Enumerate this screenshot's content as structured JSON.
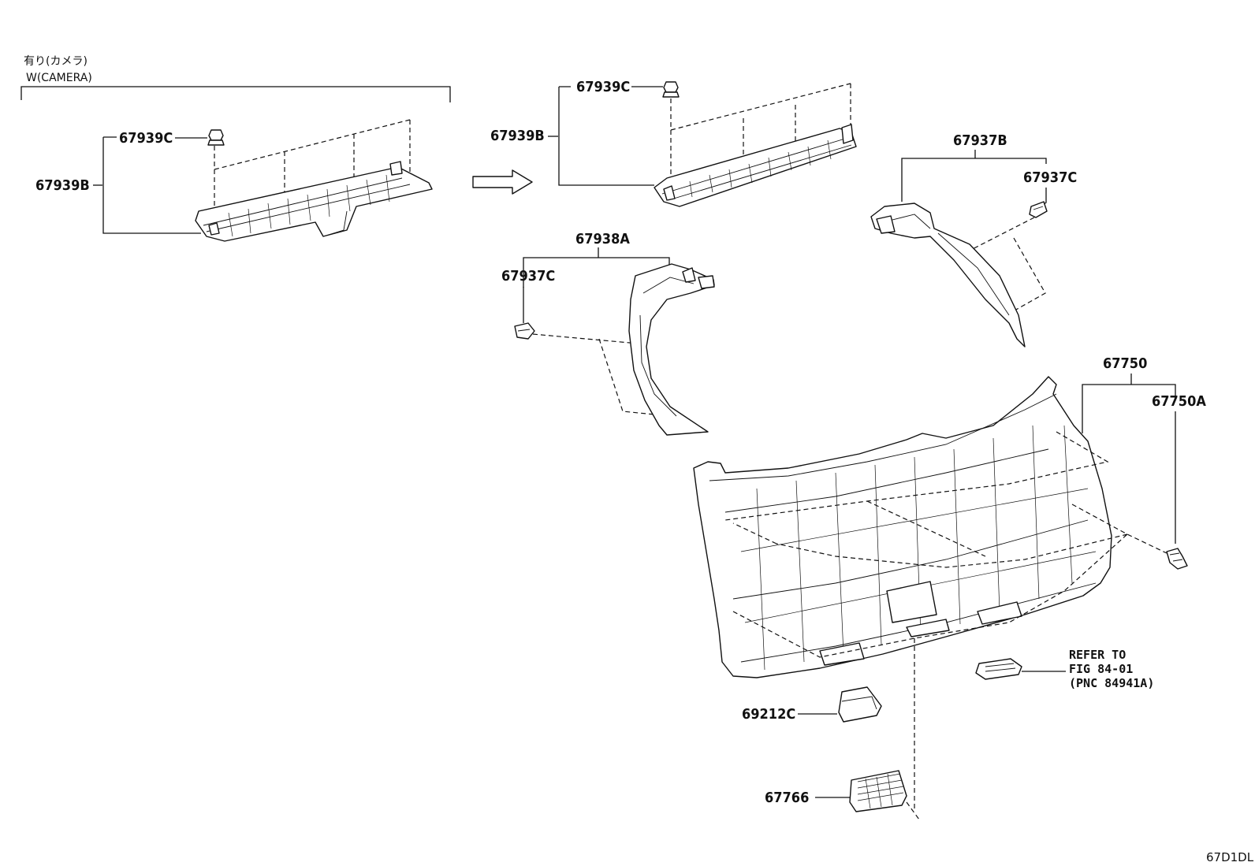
{
  "variant_note": {
    "jp": "有り(カメラ)",
    "en": "W(CAMERA)"
  },
  "labels": {
    "left_67939C": "67939C",
    "left_67939B": "67939B",
    "right_67939C": "67939C",
    "right_67939B": "67939B",
    "p67937B": "67937B",
    "p67937C_right": "67937C",
    "p67938A": "67938A",
    "p67937C_left": "67937C",
    "p67750": "67750",
    "p67750A": "67750A",
    "p69212C": "69212C",
    "p67766": "67766"
  },
  "refer": {
    "line1": "REFER TO",
    "line2": "FIG 84-01",
    "line3": "(PNC 84941A)"
  },
  "figure_id": "67D1DL"
}
